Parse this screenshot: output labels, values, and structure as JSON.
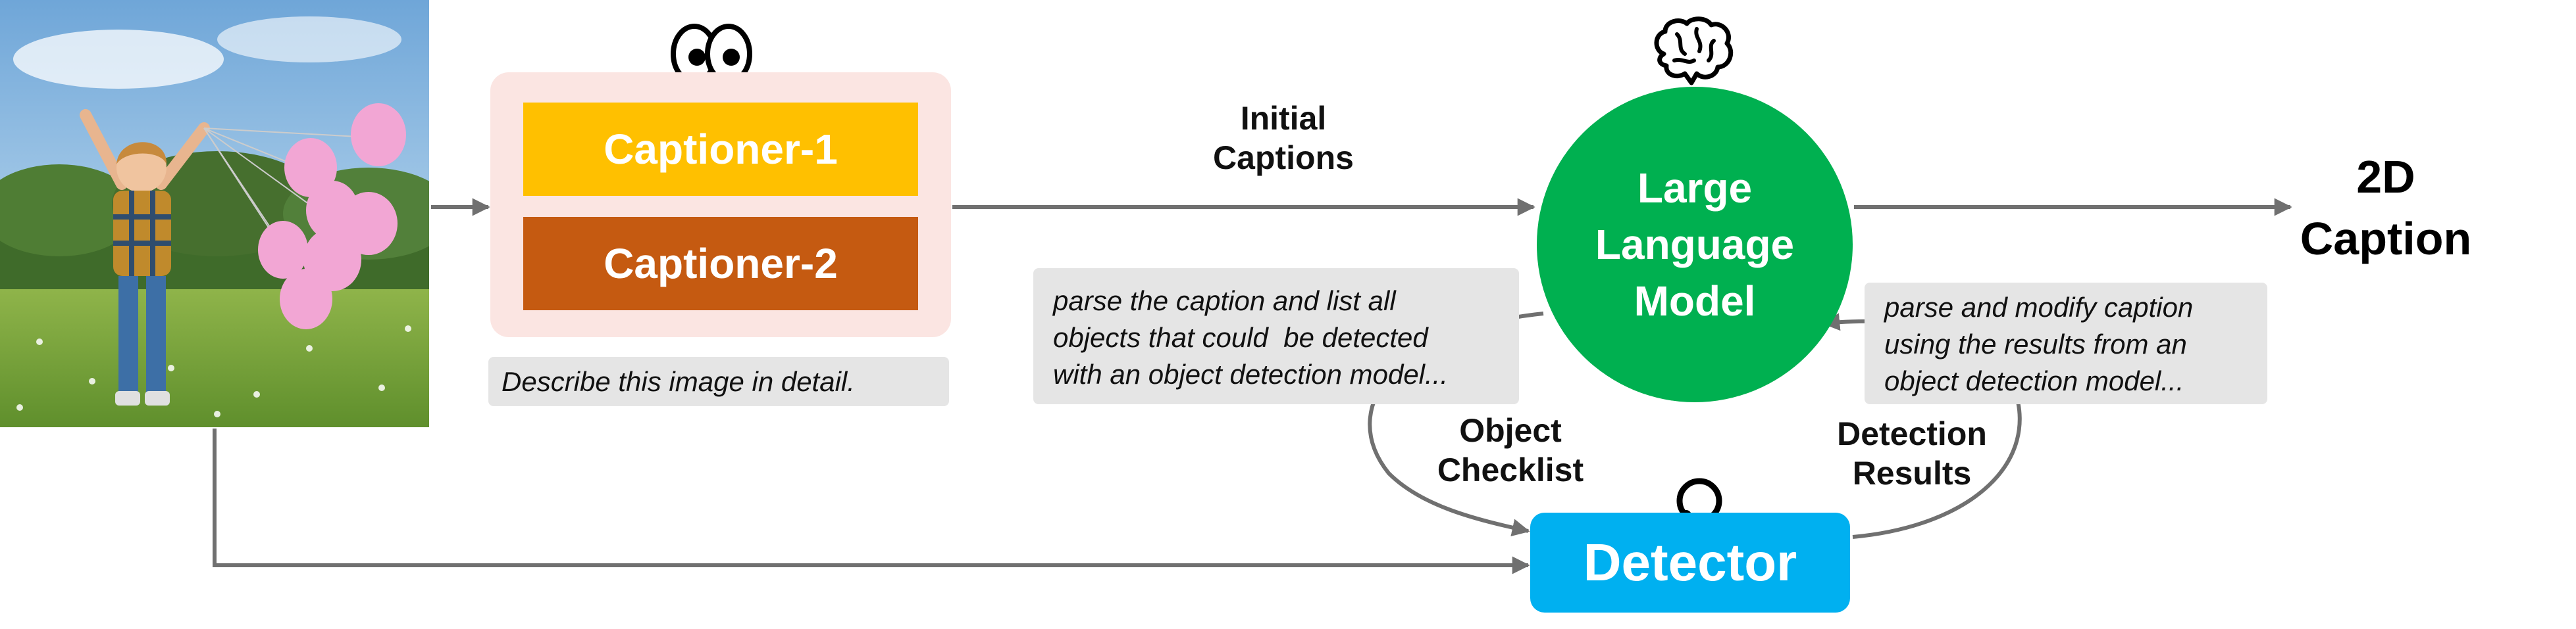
{
  "captioners": {
    "items": [
      "Captioner-1",
      "Captioner-2"
    ],
    "colors": [
      "#ffc000",
      "#c55a11"
    ],
    "prompt": "Describe this image in detail."
  },
  "edges": {
    "initial_captions": [
      "Initial",
      "Captions"
    ],
    "object_checklist": [
      "Object",
      "Checklist"
    ],
    "detection_results": [
      "Detection",
      "Results"
    ]
  },
  "llm": {
    "lines": [
      "Large",
      "Language",
      "Model"
    ],
    "color": "#00b050"
  },
  "notes": {
    "parse": [
      "parse the caption and list all",
      "objects that could  be detected",
      "with an object detection model..."
    ],
    "modify": [
      "parse and modify caption",
      "using the results from an",
      "object detection model..."
    ]
  },
  "output": [
    "2D",
    "Caption"
  ],
  "detector": {
    "label": "Detector",
    "color": "#00b0f0"
  },
  "icons": [
    "eyes-icon",
    "brain-icon",
    "magnifier-icon"
  ]
}
